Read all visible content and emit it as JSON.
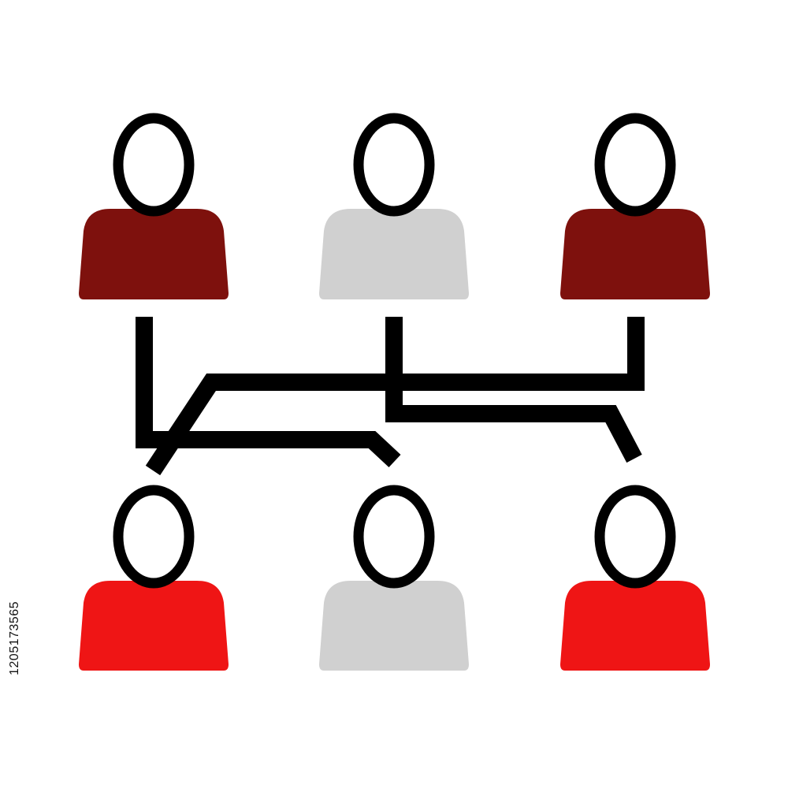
{
  "stock_id": "1205173565",
  "colors": {
    "background": "#ffffff",
    "dark_red": "#7e110d",
    "light_gray": "#d0d0d0",
    "bright_red": "#ef1515",
    "outline": "#000000",
    "head_fill": "#ffffff"
  },
  "people": [
    {
      "row": "top",
      "column": 1,
      "body_color": "dark_red"
    },
    {
      "row": "top",
      "column": 2,
      "body_color": "light_gray"
    },
    {
      "row": "top",
      "column": 3,
      "body_color": "dark_red"
    },
    {
      "row": "bottom",
      "column": 1,
      "body_color": "bright_red"
    },
    {
      "row": "bottom",
      "column": 2,
      "body_color": "light_gray"
    },
    {
      "row": "bottom",
      "column": 3,
      "body_color": "bright_red"
    }
  ],
  "connectors": [
    {
      "from": "top-1",
      "to": "bottom-2"
    },
    {
      "from": "top-3",
      "to": "bottom-1"
    },
    {
      "from": "top-2",
      "to": "bottom-3"
    }
  ]
}
